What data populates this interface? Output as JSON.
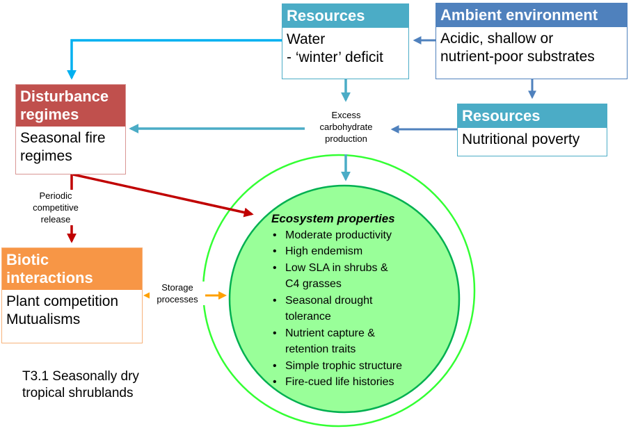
{
  "resources_water": {
    "header": "Resources",
    "lines": [
      "Water",
      "- ‘winter’ deficit"
    ]
  },
  "ambient_environment": {
    "header": "Ambient environment",
    "lines": [
      "Acidic, shallow or",
      "nutrient-poor substrates"
    ]
  },
  "resources_nutrition": {
    "header": "Resources",
    "lines": [
      "Nutritional poverty"
    ]
  },
  "disturbance_regimes": {
    "header_lines": [
      "Disturbance",
      "regimes"
    ],
    "lines": [
      "Seasonal fire",
      "regimes"
    ]
  },
  "biotic_interactions": {
    "header_lines": [
      "Biotic",
      "interactions"
    ],
    "lines": [
      "Plant competition",
      "Mutualisms"
    ]
  },
  "labels": {
    "excess_carbohydrate": [
      "Excess",
      "carbohydrate",
      "production"
    ],
    "periodic_release": [
      "Periodic",
      "competitive",
      "release"
    ],
    "storage_processes": [
      "Storage",
      "processes"
    ]
  },
  "ecosystem": {
    "title": "Ecosystem properties",
    "items": [
      [
        "Moderate productivity"
      ],
      [
        "High endemism"
      ],
      [
        "Low SLA in shrubs &",
        "C4 grasses"
      ],
      [
        "Seasonal drought",
        "tolerance"
      ],
      [
        "Nutrient capture &",
        "retention traits"
      ],
      [
        "Simple trophic structure"
      ],
      [
        "Fire-cued life histories"
      ]
    ]
  },
  "caption": [
    "T3.1 Seasonally dry",
    "tropical shrublands"
  ],
  "colors": {
    "resources_header": "#4bacc6",
    "ambient_header": "#4f81bd",
    "disturbance_header": "#c0504d",
    "disturbance_border": "#d99694",
    "biotic_header": "#f79646",
    "biotic_border": "#f7b27a",
    "light_blue_arrow": "#00b0f0",
    "teal_arrow": "#4bacc6",
    "blue_arrow": "#4f81bd",
    "red_arrow": "#c00000",
    "orange_arrow": "#ffa000",
    "circle_fill": "#99ff99",
    "circle_stroke": "#00b050",
    "outer_circle_stroke": "#33ff33"
  }
}
